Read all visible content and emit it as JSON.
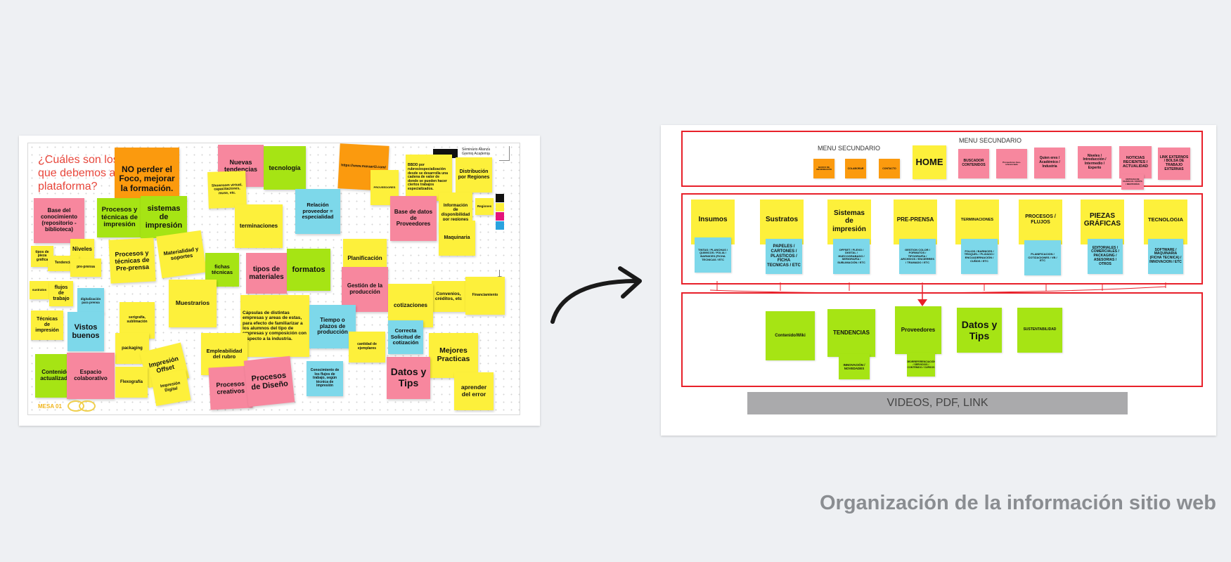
{
  "slide_title": "Organización de la información sitio web",
  "left_board": {
    "question": "¿Cuáles son los… que debemos a… plataforma?",
    "question_lines": [
      "¿Cuáles son los",
      "que debemos a",
      "plataforma?"
    ],
    "header_note": "Seminario Alianza Gremio Academia",
    "footer_label": "MESA 01",
    "notes": [
      "NO perder el Foco, mejorar la formación.",
      "Nuevas tendencias",
      "tecnología",
      "Showroom virtual, capacitaciones, muse, etc.",
      "https://www.maraart3.com/",
      "PROVEEDORES",
      "BBDD por rubros/especialización desde se desarrolla una cadena de valor de donde se pueden hacer ciertos trabajos especializados.",
      "Distribución por Regiones",
      "Base del conocimiento (repositorio - biblioteca)",
      "Procesos y técnicas de impresión",
      "sistemas de impresión",
      "terminaciones",
      "Relación proveedor = especialidad",
      "Base de datos de Proveedores",
      "Información de disponibilidad por regiones",
      "Regiones",
      "Maquinaria",
      "tipos de pieza gráfica",
      "Niveles",
      "Tendencia",
      "pre-prensa",
      "Procesos y técnicas de Pre-prensa",
      "Materialidad y soportes",
      "fichas técnicas",
      "tipos de materiales",
      "formatos",
      "Planificación",
      "Gestión de la producción",
      "sustratos",
      "flujos de trabajo",
      "digitalización para prensa",
      "Muestrarios",
      "Convenios, créditos, etc",
      "Financiamiento",
      "cotizaciones",
      "Técnicas de impresión",
      "Vistos buenos",
      "serigrafía, sublimación",
      "Cápsulas de distintas empresas y areas de estas, para efecto de familiarizar a los alumnos del tipo de empresas y composición con respecto a la industria.",
      "Tiempo o plazos de producción",
      "Correcta Solicitud de cotización",
      "packaging",
      "Empleabilidad del rubro",
      "cantidad de ejemplares",
      "Mejores Practicas",
      "Impresión Offset",
      "Contenido actualizado",
      "Espacio colaborativo",
      "Flexografía",
      "Impresión Digital",
      "Procesos creativos",
      "Procesos de Diseño",
      "Conocimiento de los flujos de trabajo, según técnica de impresión",
      "Datos y Tips",
      "aprender del error"
    ]
  },
  "right_board": {
    "menu_label_left": "MENU SECUNDARIO",
    "menu_label_right": "MENU SECUNDARIO",
    "small_menu": [
      "BANCO DE INFORMACIÓN",
      "COLABORAR",
      "CONTACTO"
    ],
    "home": "HOME",
    "top_menu": [
      "BUSCADOR CONTENIDOS",
      "Proveedores Geo-referenciado",
      "Quien eres / Académico / Industria",
      "Niveles / Introducción / Intermedio / Experto",
      "NOTICIAS RECIENTES / ACTUALIDAD",
      "LINK EXTERNOS / BOLSA DE TRABAJO EXTERNAS"
    ],
    "news_sub": "NOTICIAS DE CHARLAS / AVISTA / MENTORÍAS",
    "categories": [
      {
        "title": "Insumos",
        "sub": "TINTAS / PLANCHAS / QUIMICOS / FOLIA / BARNICES (FICHA TECNICAS / ETC"
      },
      {
        "title": "Sustratos",
        "sub": "PAPELES / CARTONES / PLASTICOS / FICHA TECNICAS / ETC"
      },
      {
        "title": "Sistemas de impresión",
        "sub": "OFFSET / FLEXO / DIGITAL / HUECOGRABADO / SERIGRAFÍA / SUBLIMACIÓN / ETC"
      },
      {
        "title": "PRE-PRENSA",
        "sub": "GESTION COLOR / FORMATOS / TIPOGRAFÍA / ARCHIVOS / ENCIERRES / TRAMADO / ETC"
      },
      {
        "title": "TERMINACIONES",
        "sub": "FOLIOS / BARNICES / TROQUEL / PLIZADO / ENCUADERNACIÓN / CUÑOS / ETC"
      },
      {
        "title": "PROCESOS / FLUJOS",
        "sub": "PLANIFICACION / COTIZACIONES / VB / ETC"
      },
      {
        "title": "PIEZAS GRÁFICAS",
        "sub": "EDITORIALES / COMERCIALES / PACKAGING / ASESORIAS / OTROS"
      },
      {
        "title": "TECNOLOGIA",
        "sub": "SOFTWARE / MAQUINARIA (FICHA TECNICA) / INNOVACION / ETC"
      }
    ],
    "bottom": [
      "Contenido/Wiki",
      "TENDENCIAS",
      "Proveedores",
      "Datos y Tips",
      "SUSTENTABILIDAD"
    ],
    "tendencias_sub": "INNOVACIÓN / NOVEDADES",
    "proveedores_sub": "GEORREFERENCIACIÓN / SERVICIOS / CONTENIDO / CURSOS",
    "footer_bar": "VIDEOS, PDF, LINK"
  },
  "colors": {
    "yellow": "#fdf03b",
    "pink": "#f7879e",
    "green": "#a6e414",
    "blue": "#7dd8ea",
    "orange": "#fb9a0e",
    "red_frame": "#e8202a",
    "question_red": "#e8463b",
    "title_gray": "#8a8d91"
  }
}
